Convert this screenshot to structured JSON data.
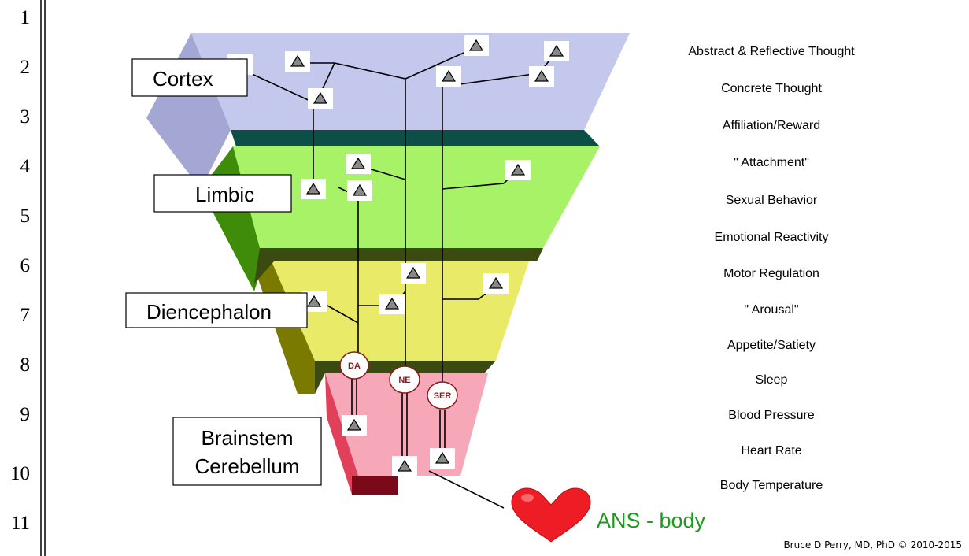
{
  "row_numbers": [
    "1",
    "2",
    "3",
    "4",
    "5",
    "6",
    "7",
    "8",
    "9",
    "10",
    "11"
  ],
  "regions": {
    "cortex": "Cortex",
    "limbic": "Limbic",
    "diencephalon": "Diencephalon",
    "brainstem_line1": "Brainstem",
    "brainstem_line2": "Cerebellum"
  },
  "functions": [
    "Abstract & Reflective Thought",
    "Concrete Thought",
    "Affiliation/Reward",
    "\" Attachment\"",
    "Sexual Behavior",
    "Emotional Reactivity",
    "Motor Regulation",
    "\" Arousal\"",
    "Appetite/Satiety",
    "Sleep",
    "Blood Pressure",
    "Heart Rate",
    "Body Temperature"
  ],
  "neurotransmitters": [
    "DA",
    "NE",
    "SER"
  ],
  "ans_label": "ANS - body",
  "credit": "Bruce D Perry, MD, PhD © 2010-2015",
  "colors": {
    "cortex": "#c4c8ec",
    "cortex_side": "#a4a6d4",
    "limbic": "#a8f268",
    "limbic_side": "#3e8c0a",
    "limbic_top": "#0d4f47",
    "diencephalon": "#e8ea68",
    "diencephalon_side": "#7a7a00",
    "diencephalon_top": "#3a4a10",
    "brainstem": "#f7a8b8",
    "brainstem_side": "#e0405a",
    "brainstem_top": "#4a2a08",
    "heart": "#ee1c24",
    "ans_text": "#1e9a1e",
    "nt_text": "#8b1a1a"
  }
}
